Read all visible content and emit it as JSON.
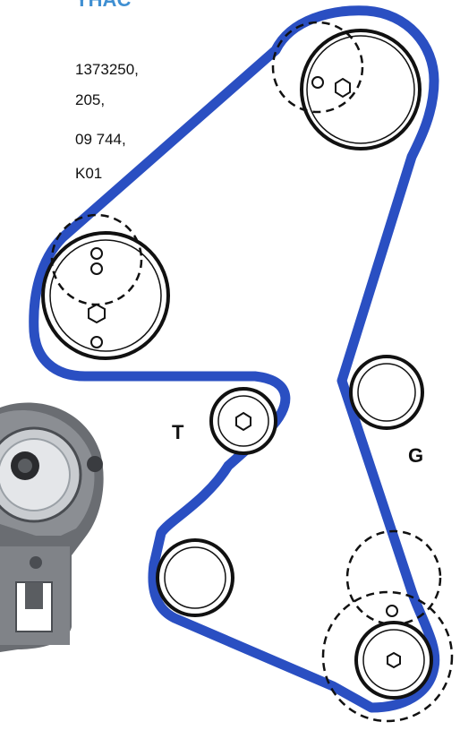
{
  "title_fragment": "YHAC",
  "part_numbers": [
    "1373250,",
    "205,",
    "09 744,",
    "K01"
  ],
  "labels": {
    "tensioner": "T",
    "guide": "G"
  },
  "colors": {
    "belt": "#2a4fc2",
    "title": "#3f8fd2",
    "outline": "#111111"
  }
}
